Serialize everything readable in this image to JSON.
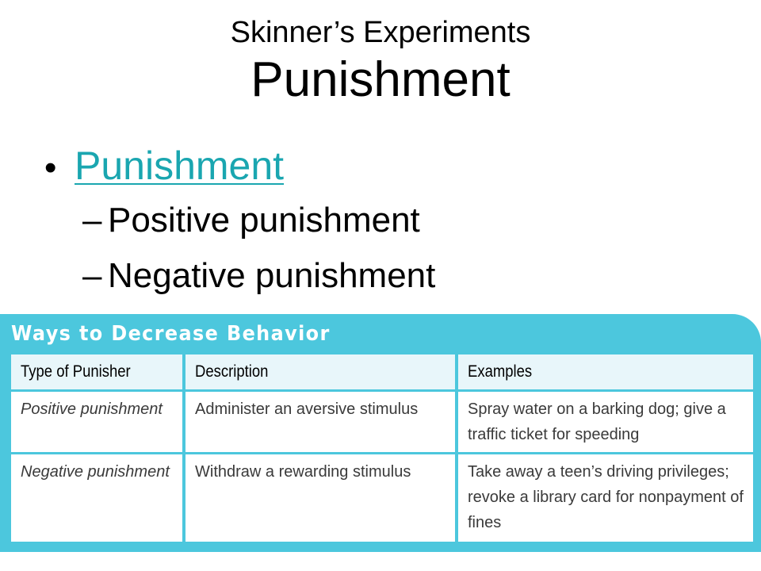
{
  "title": {
    "line1": "Skinner’s Experiments",
    "line2": "Punishment"
  },
  "bullets": {
    "main": "Punishment",
    "subitems": [
      {
        "dash": "–",
        "text": "Positive punishment"
      },
      {
        "dash": "–",
        "text": "Negative punishment"
      }
    ]
  },
  "table": {
    "heading": "Ways to Decrease Behavior",
    "columns": [
      "Type of Punisher",
      "Description",
      "Examples"
    ],
    "rows": [
      [
        "Positive punishment",
        "Administer an aversive stimulus",
        "Spray water on a barking dog; give a traffic ticket for speeding"
      ],
      [
        "Negative punishment",
        "Withdraw a rewarding stimulus",
        "Take away a teen’s driving privileges; revoke a library card for nonpayment of fines"
      ]
    ]
  },
  "colors": {
    "link": "#1aa6b0",
    "panel": "#4cc7dd",
    "header_cell": "#e8f6fa"
  }
}
